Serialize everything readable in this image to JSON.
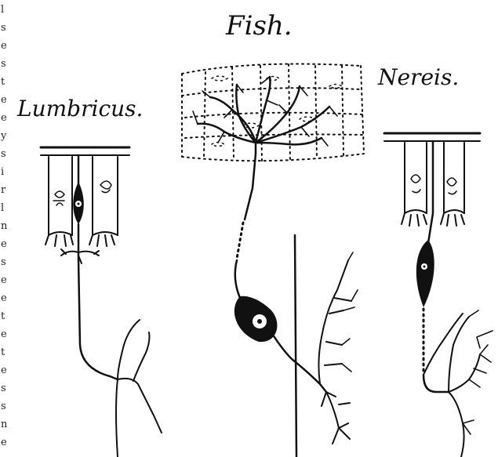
{
  "labels": {
    "fish": "Fish.",
    "lumbricus": "Lumbricus.",
    "nereis": "Nereis."
  },
  "margin_letters": [
    "l",
    "s",
    "e",
    "s",
    "t",
    "e",
    "e",
    "y",
    "s",
    "i",
    "r",
    "l",
    "n",
    "e",
    "s",
    "e",
    "e",
    "t",
    "e",
    "t",
    "e",
    "s",
    "s",
    "n",
    "e"
  ],
  "colors": {
    "ink": "#111111",
    "paper": "#ffffff"
  }
}
